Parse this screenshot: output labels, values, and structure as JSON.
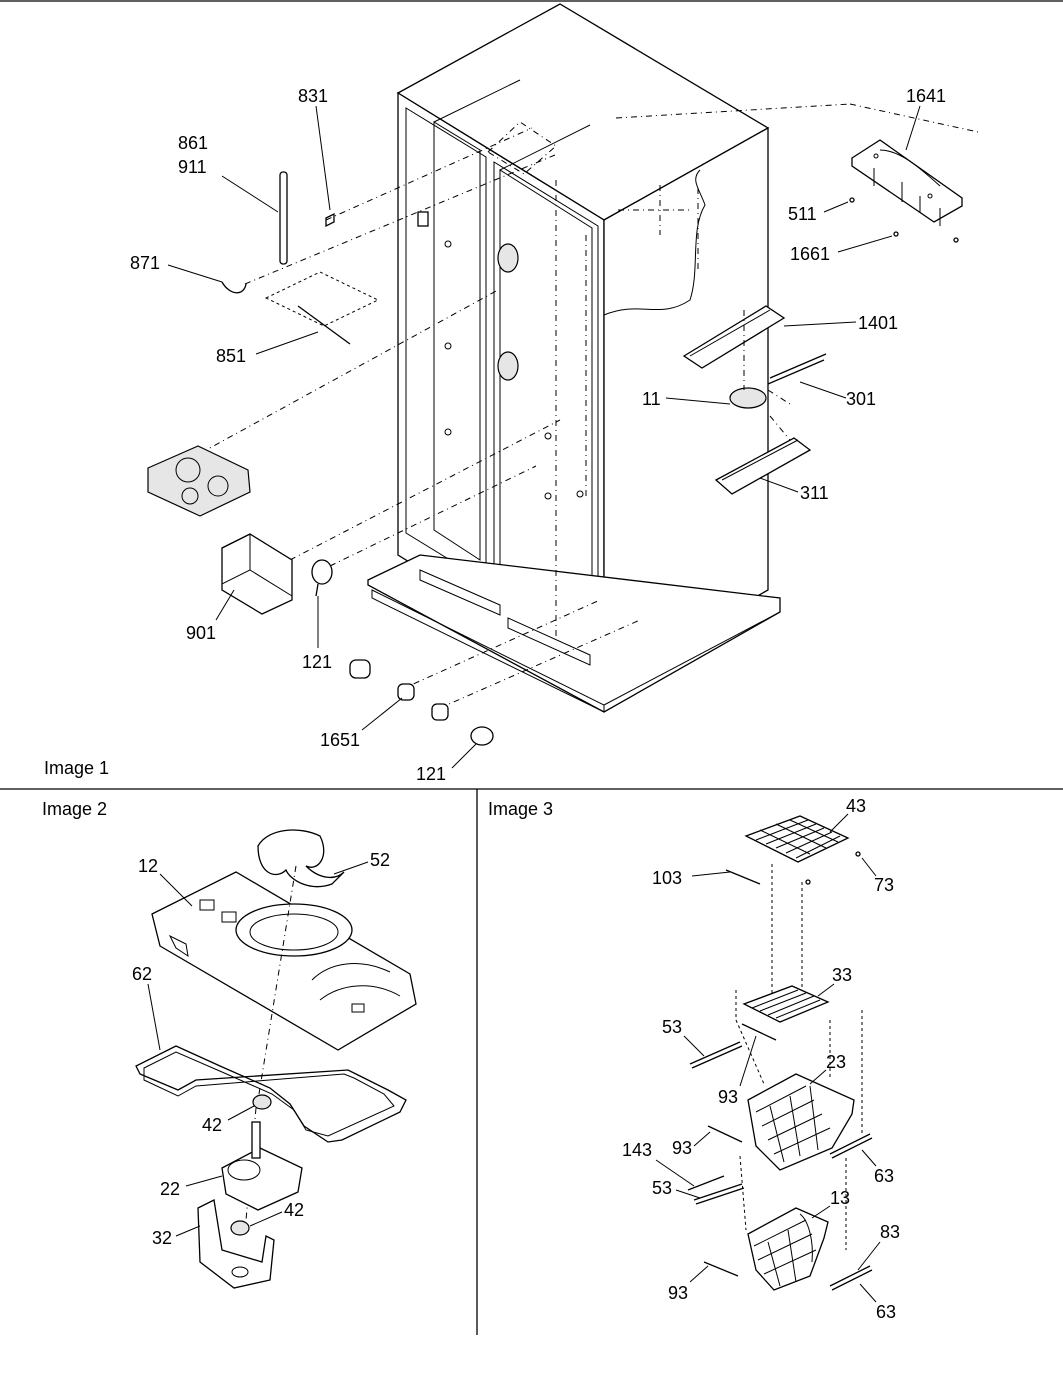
{
  "panels": [
    {
      "title": "Image 1"
    },
    {
      "title": "Image 2"
    },
    {
      "title": "Image 3"
    }
  ],
  "callouts": {
    "p1": [
      {
        "text": "831"
      },
      {
        "text": "861"
      },
      {
        "text": "911"
      },
      {
        "text": "871"
      },
      {
        "text": "851"
      },
      {
        "text": "901"
      },
      {
        "text": "121"
      },
      {
        "text": "1651"
      },
      {
        "text": "121"
      },
      {
        "text": "1641"
      },
      {
        "text": "511"
      },
      {
        "text": "1661"
      },
      {
        "text": "1401"
      },
      {
        "text": "301"
      },
      {
        "text": "11"
      },
      {
        "text": "311"
      }
    ],
    "p2": [
      {
        "text": "12"
      },
      {
        "text": "52"
      },
      {
        "text": "62"
      },
      {
        "text": "42"
      },
      {
        "text": "22"
      },
      {
        "text": "42"
      },
      {
        "text": "32"
      }
    ],
    "p3": [
      {
        "text": "43"
      },
      {
        "text": "103"
      },
      {
        "text": "73"
      },
      {
        "text": "33"
      },
      {
        "text": "53"
      },
      {
        "text": "93"
      },
      {
        "text": "23"
      },
      {
        "text": "93"
      },
      {
        "text": "63"
      },
      {
        "text": "143"
      },
      {
        "text": "53"
      },
      {
        "text": "13"
      },
      {
        "text": "83"
      },
      {
        "text": "93"
      },
      {
        "text": "63"
      }
    ]
  }
}
